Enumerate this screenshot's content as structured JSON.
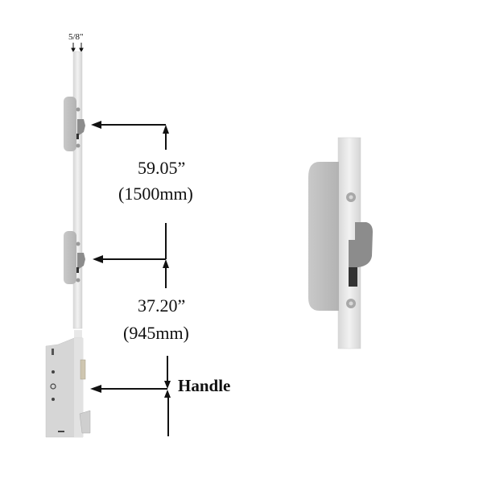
{
  "diagram": {
    "type": "multipoint-lock-dimension-diagram",
    "width_label": "5/8\"",
    "upper_spacing": {
      "inches": "59.05”",
      "mm": "(1500mm)"
    },
    "lower_spacing": {
      "inches": "37.20”",
      "mm": "(945mm)"
    },
    "handle_label": "Handle",
    "components": [
      "top-hook-lock",
      "middle-hook-lock",
      "gearbox-with-handle"
    ],
    "detail_view": "hook-bolt-closeup",
    "colors": {
      "steel_strip": "#e6e6e6",
      "hook_plate": "#bdbdbd",
      "hook": "#8c8c8c",
      "arrow": "#111111"
    }
  }
}
